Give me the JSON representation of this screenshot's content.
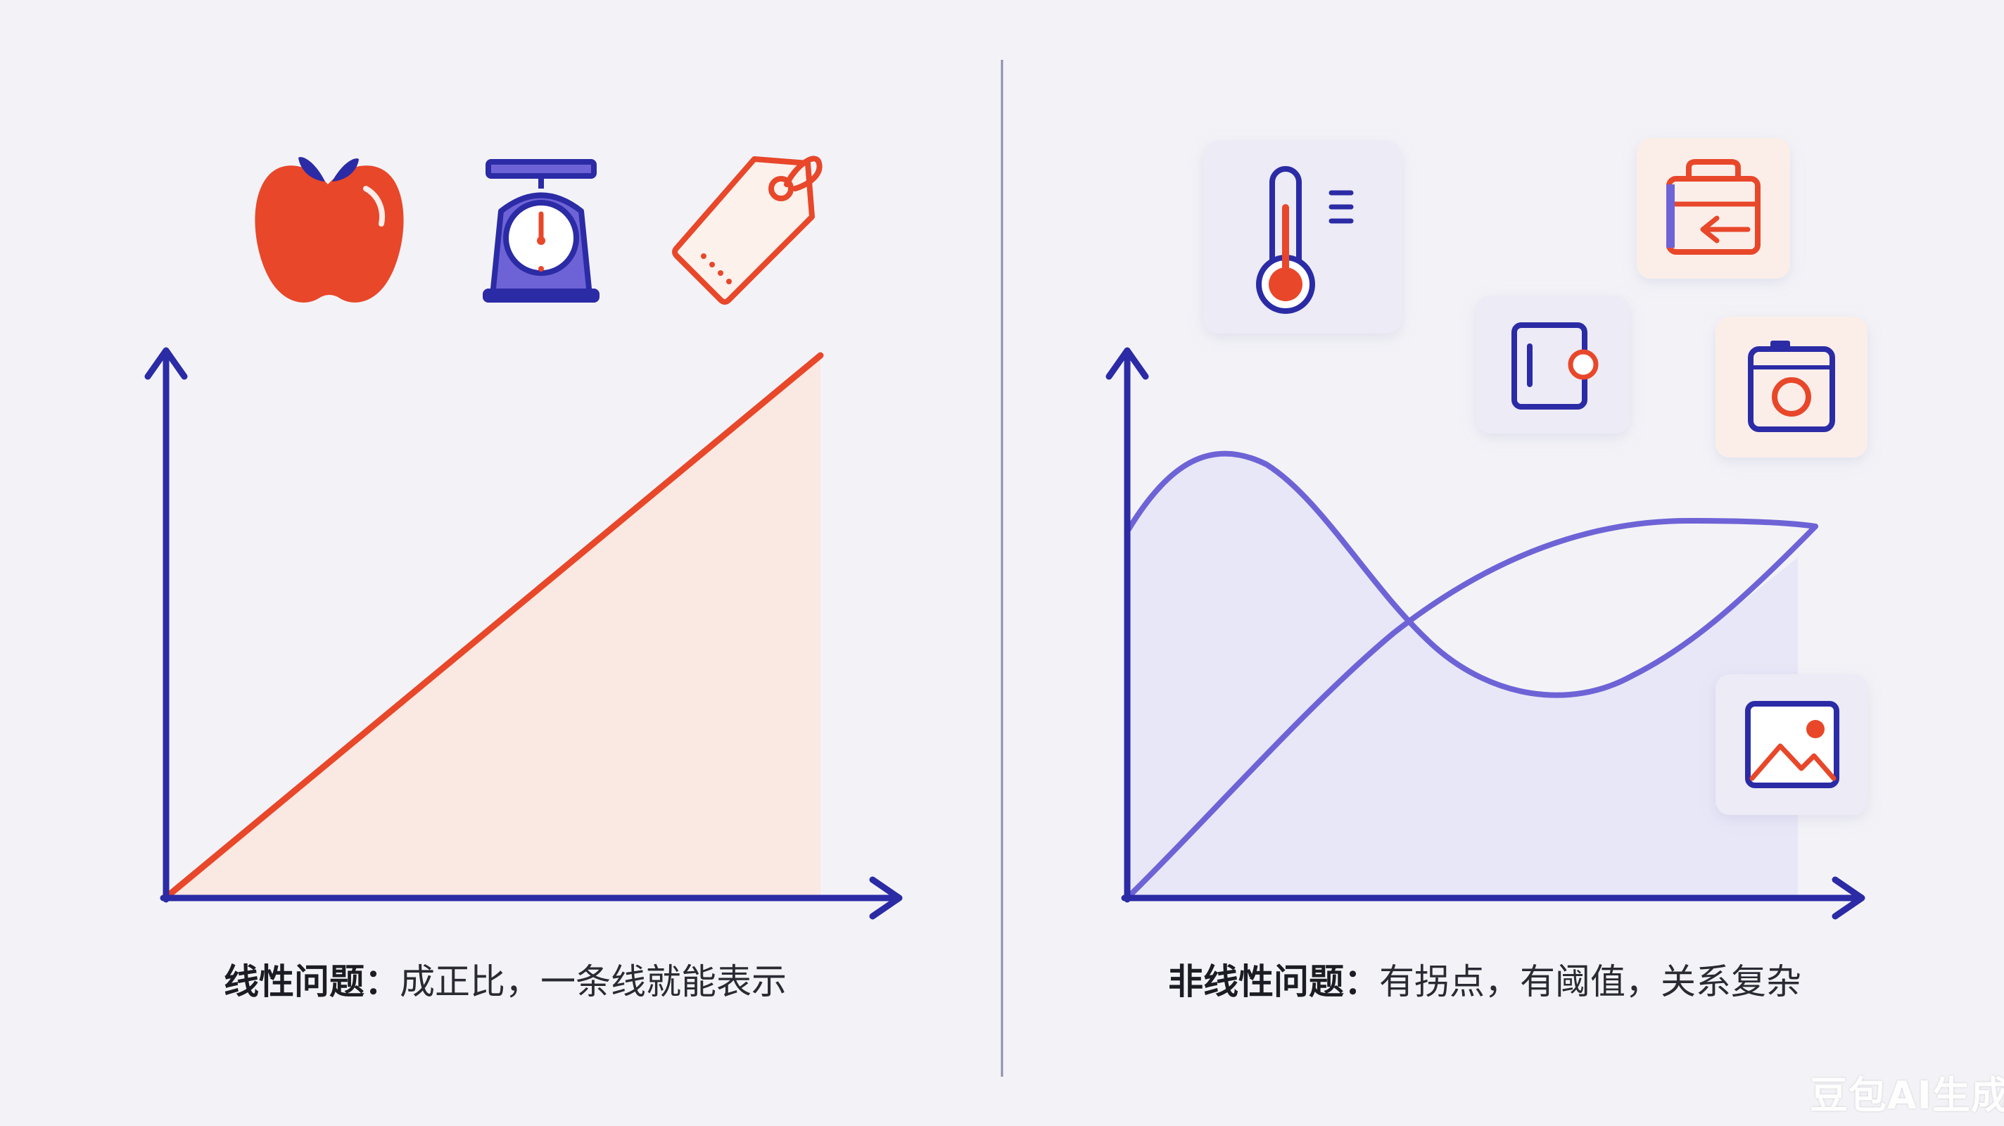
{
  "colors": {
    "background": "#f3f3f7",
    "axis": "#2b2ba6",
    "linear_line": "#e8472a",
    "linear_fill": "#fbe7df",
    "curve": "#6e63d6",
    "curve_fill": "#e7e6f7",
    "icon_navy": "#2b2ba6",
    "icon_orange": "#e8472a"
  },
  "left_panel": {
    "caption_strong": "线性问题：",
    "caption_rest": "成正比，一条线就能表示",
    "icons": [
      "apple-icon",
      "kitchen-scale-icon",
      "price-tag-icon"
    ]
  },
  "right_panel": {
    "caption_strong": "非线性问题：",
    "caption_rest": "有拐点，有阈值，关系复杂",
    "icons": [
      "thermometer-icon",
      "wallet-icon",
      "briefcase-icon",
      "camera-icon",
      "image-icon"
    ]
  },
  "watermark": "豆包AI生成"
}
